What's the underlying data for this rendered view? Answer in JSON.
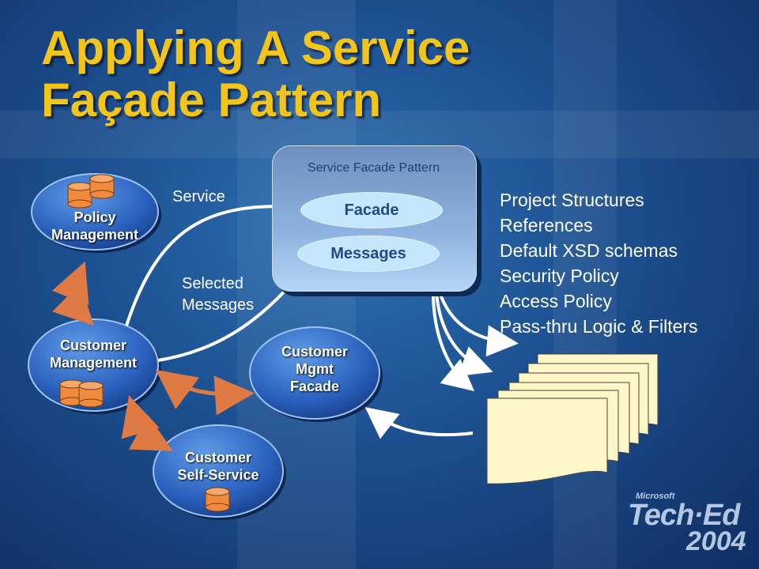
{
  "title": {
    "line1": "Applying A Service",
    "line2": "Façade Pattern"
  },
  "nodes": {
    "policy": {
      "label_line1": "Policy",
      "label_line2": "Management"
    },
    "customer_mgmt": {
      "label_line1": "Customer",
      "label_line2": "Management"
    },
    "customer_self": {
      "label_line1": "Customer",
      "label_line2": "Self-Service"
    },
    "customer_facade": {
      "label_line1": "Customer",
      "label_line2": "Mgmt",
      "label_line3": "Facade"
    }
  },
  "facade_box": {
    "title": "Service Facade Pattern",
    "facade": "Facade",
    "messages": "Messages"
  },
  "edge_labels": {
    "service": "Service",
    "selected_line1": "Selected",
    "selected_line2": "Messages"
  },
  "features": [
    "Project Structures",
    "References",
    "Default XSD schemas",
    "Security Policy",
    "Access Policy",
    "Pass-thru Logic & Filters"
  ],
  "logo": {
    "brand": "Microsoft",
    "name": "Tech·Ed",
    "year": "2004"
  },
  "colors": {
    "title": "#f3c51b",
    "database": "#f08a3c",
    "bidirectional_arrow": "#e07a45",
    "document": "#fff7c8"
  }
}
